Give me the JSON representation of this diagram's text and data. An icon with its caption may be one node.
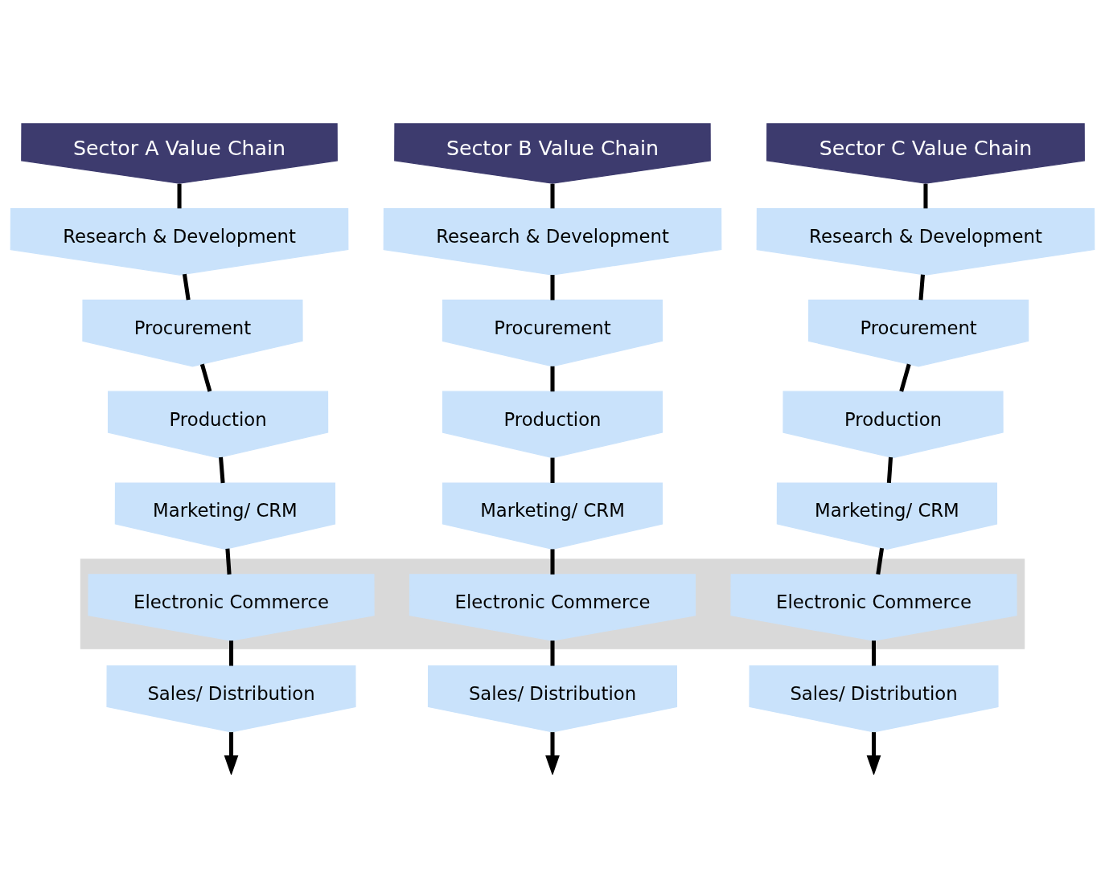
{
  "diagram": {
    "nodes": [
      {
        "text": [
          "Sector A Value Chain"
        ]
      },
      {
        "text": [
          "Sector B Value Chain"
        ]
      },
      {
        "text": [
          "Sector C Value Chain"
        ]
      },
      {
        "text": [
          "Research & Development"
        ]
      },
      {
        "text": [
          "Research & Development"
        ]
      },
      {
        "text": [
          "Research & Development"
        ]
      },
      {
        "text": [
          "Procurement"
        ]
      },
      {
        "text": [
          "Procurement"
        ]
      },
      {
        "text": [
          "Procurement"
        ]
      },
      {
        "text": [
          "Production"
        ]
      },
      {
        "text": [
          "Production"
        ]
      },
      {
        "text": [
          "Production"
        ]
      },
      {
        "text": [
          "Marketing/ CRM"
        ]
      },
      {
        "text": [
          "Marketing/ CRM"
        ]
      },
      {
        "text": [
          "Marketing/ CRM"
        ]
      },
      {
        "text": [],
        "shape": "band"
      },
      {
        "text": [
          "Electronic Commerce"
        ],
        "in": 15
      },
      {
        "text": [
          "Electronic Commerce"
        ],
        "in": 15
      },
      {
        "text": [
          "Electronic Commerce"
        ],
        "in": 15
      },
      {
        "text": [
          "Sales/ Distribution"
        ]
      },
      {
        "text": [
          "Sales/ Distribution"
        ]
      },
      {
        "text": [
          "Sales/ Distribution"
        ]
      }
    ],
    "edges": [
      {
        "from": 0,
        "to": 3,
        "arrow": "none"
      },
      {
        "from": 3,
        "to": 6,
        "arrow": "none"
      },
      {
        "from": 6,
        "to": 9,
        "arrow": "none"
      },
      {
        "from": 9,
        "to": 12,
        "arrow": "none"
      },
      {
        "from": 12,
        "to": 16,
        "arrow": "none"
      },
      {
        "from": 16,
        "to": 19,
        "arrow": "none"
      },
      {
        "from": 19,
        "to": null,
        "arrow": "to"
      },
      {
        "from": 1,
        "to": 4,
        "arrow": "none"
      },
      {
        "from": 4,
        "to": 7,
        "arrow": "none"
      },
      {
        "from": 7,
        "to": 10,
        "arrow": "none"
      },
      {
        "from": 10,
        "to": 13,
        "arrow": "none"
      },
      {
        "from": 13,
        "to": 17,
        "arrow": "none"
      },
      {
        "from": 17,
        "to": 20,
        "arrow": "none"
      },
      {
        "from": 20,
        "to": null,
        "arrow": "to"
      },
      {
        "from": 2,
        "to": 5,
        "arrow": "none"
      },
      {
        "from": 5,
        "to": 8,
        "arrow": "none"
      },
      {
        "from": 8,
        "to": 11,
        "arrow": "none"
      },
      {
        "from": 11,
        "to": 14,
        "arrow": "none"
      },
      {
        "from": 14,
        "to": 18,
        "arrow": "none"
      },
      {
        "from": 18,
        "to": 21,
        "arrow": "none"
      },
      {
        "from": 21,
        "to": null,
        "arrow": "to"
      }
    ]
  }
}
